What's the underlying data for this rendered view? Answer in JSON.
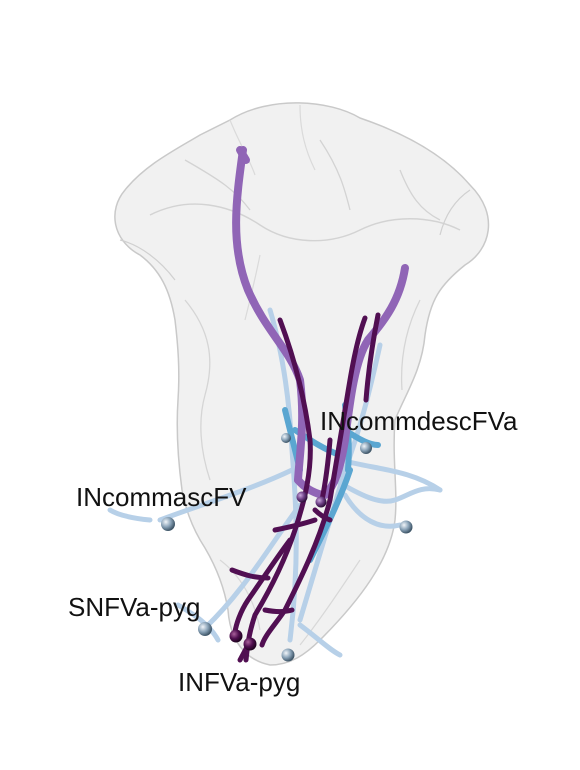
{
  "labels": {
    "incommdescfva": "INcommdescFVa",
    "incommascfv": "INcommascFV",
    "snfva_pyg": "SNFVa-pyg",
    "infva_pyg": "INFVa-pyg"
  },
  "colors": {
    "background": "#ffffff",
    "mesh_fill": "#eeeeee",
    "mesh_stroke": "#c4c4c4",
    "purple": "#8e63b3",
    "dark_purple": "#4f0f4f",
    "light_blue": "#b3cde6",
    "mid_blue": "#5fa8d3",
    "soma": "#7f9bb0"
  }
}
